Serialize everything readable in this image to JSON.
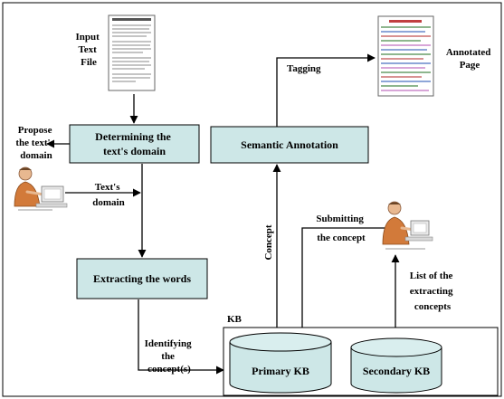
{
  "labels": {
    "input_text_file": [
      "Input",
      "Text",
      "File"
    ],
    "annotated_page": [
      "Annotated",
      "Page"
    ],
    "tagging": "Tagging",
    "propose_domain": [
      "Propose",
      "the text's",
      "domain"
    ],
    "texts_domain": [
      "Text's",
      "domain"
    ],
    "concept": "Concept",
    "submitting_concept": [
      "Submitting",
      "the concept"
    ],
    "list_extracting": [
      "List of the",
      "extracting",
      "concepts"
    ],
    "identifying": [
      "Identifying",
      "the",
      "concept(s)"
    ],
    "kb": "KB"
  },
  "boxes": {
    "determining_domain": [
      "Determining the",
      "text's domain"
    ],
    "semantic_annotation": "Semantic Annotation",
    "extracting_words": "Extracting the words",
    "primary_kb": "Primary KB",
    "secondary_kb": "Secondary KB"
  },
  "colors": {
    "box_fill": "#cde7e7",
    "box_stroke": "#000000",
    "cylinder_fill": "#cde7e7",
    "cylinder_top": "#d9eeee",
    "edge": "#000000"
  },
  "icons": {
    "input_document": "document-icon",
    "annotated_document": "annotated-document-icon",
    "person_left": "person-at-computer-icon",
    "person_right": "person-at-computer-icon"
  }
}
